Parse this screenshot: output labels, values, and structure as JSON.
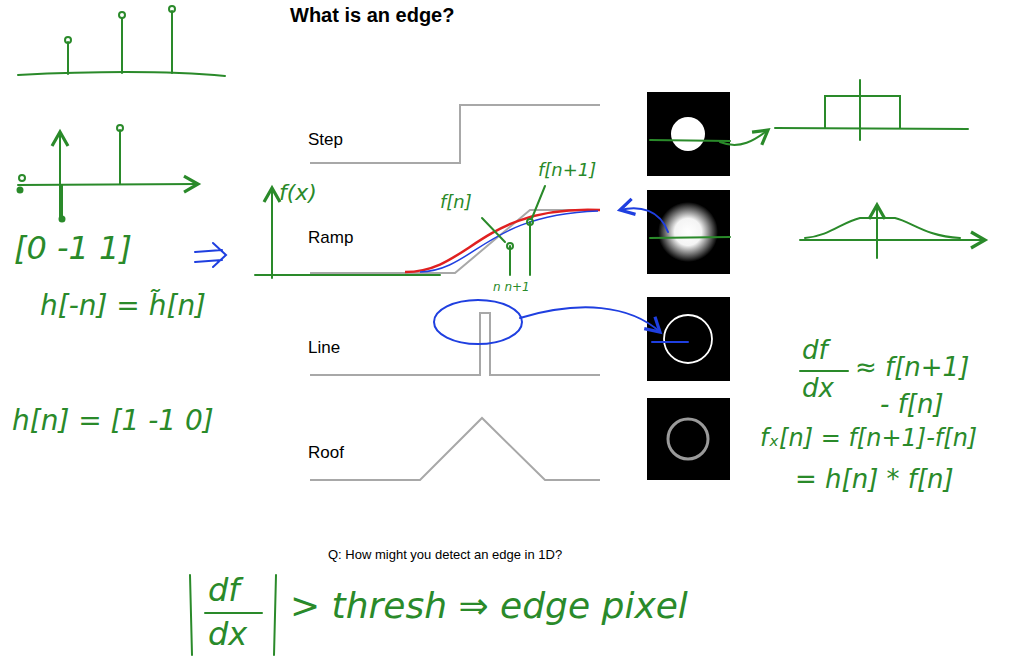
{
  "diagram": {
    "title": "What is an edge?",
    "labels": [
      "Step",
      "Ramp",
      "Line",
      "Roof",
      "f(x)",
      "f[n]",
      "f[n+1]",
      "n n+1",
      "[0 -1 1]",
      "h[-n] = h̃[n]",
      "h[n] = [1 -1 0]",
      "df",
      "dx",
      "≈ f[n+1]",
      "- f[n]",
      "fₓ[n] = f[n+1]-f[n]",
      "= h[n] * f[n]",
      "Q: How might you detect an edge in 1D?",
      "df",
      "dx",
      "> thresh ⇒ edge pixel"
    ]
  }
}
